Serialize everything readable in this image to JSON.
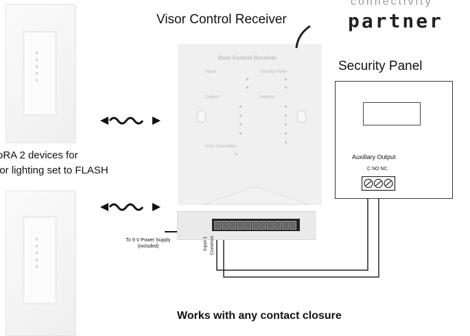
{
  "brand": {
    "line1": "connectivity",
    "line2": "partner"
  },
  "receiver": {
    "title": "Visor Control Receiver",
    "device_label": "Visor Control Receiver",
    "section_labels": [
      "Inputs",
      "Security Panel",
      "Outputs",
      "Nearest",
      "Visor Transmitter"
    ]
  },
  "security_panel": {
    "title": "Security Panel",
    "aux_output_label": "Auxillary Output",
    "terminals_label": "C NO NC"
  },
  "devices_text": {
    "line1": "oRA 2 devices for",
    "line2": "ior lighting set to FLASH"
  },
  "power_supply": {
    "line1": "To 9 V Power Supply",
    "line2": "(included)"
  },
  "wire_labels": {
    "input": "Input 1",
    "common": "Common"
  },
  "caption": "Works with any contact closure",
  "colors": {
    "wire": "#222222",
    "panel_border": "#333333"
  }
}
